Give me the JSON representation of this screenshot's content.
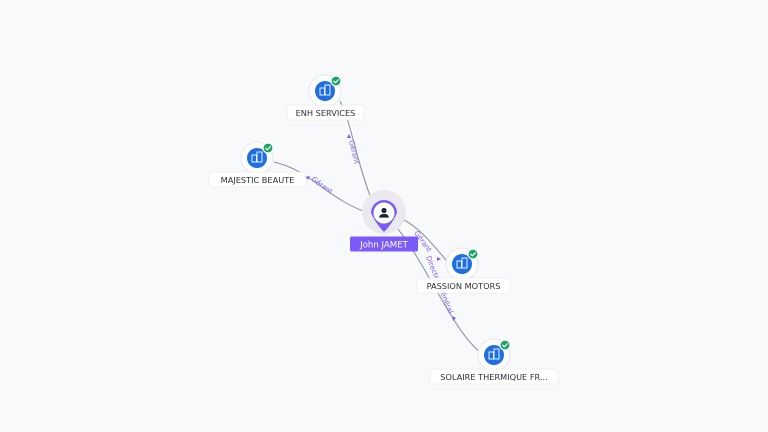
{
  "colors": {
    "accent": "#7a5af8",
    "company": "#1f6fe0",
    "verified": "#19a463"
  },
  "person": {
    "name": "John JAMET",
    "icon": "person-icon"
  },
  "companies": [
    {
      "id": "enh",
      "name": "ENH SERVICES",
      "relation": "Gérant",
      "icon": "building-icon",
      "verified": true
    },
    {
      "id": "majestic",
      "name": "MAJESTIC BEAUTE",
      "relation": "Gérant",
      "icon": "building-icon",
      "verified": true
    },
    {
      "id": "passion",
      "name": "PASSION MOTORS",
      "relation": "Gérant",
      "icon": "building-icon",
      "verified": true
    },
    {
      "id": "solaire",
      "name": "SOLAIRE THERMIQUE FR...",
      "relation": "Directeur général",
      "icon": "building-icon",
      "verified": true
    }
  ]
}
